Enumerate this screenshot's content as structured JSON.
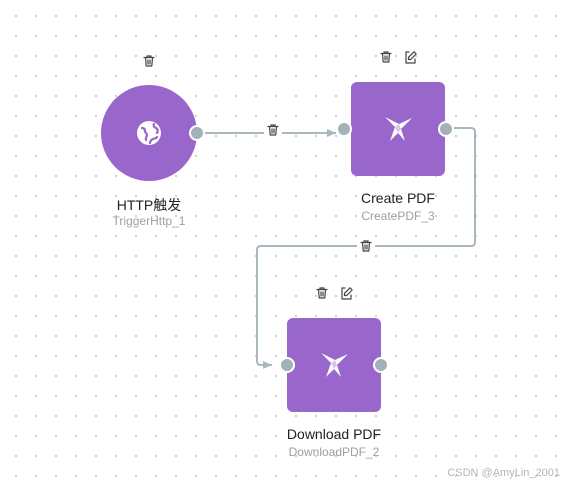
{
  "theme": {
    "node_color": "#9966cc",
    "edge_color": "#a9b7be",
    "port_color": "#a3b1b8"
  },
  "nodes": [
    {
      "id": "http",
      "title": "HTTP触发",
      "subtitle": "TriggerHttp_1",
      "icon": "globe-icon"
    },
    {
      "id": "create",
      "title": "Create PDF",
      "subtitle": "CreatePDF_3",
      "icon": "bird-logo-icon"
    },
    {
      "id": "download",
      "title": "Download PDF",
      "subtitle": "DownloadPDF_2",
      "icon": "bird-logo-icon"
    }
  ],
  "watermark": "CSDN @AmyLin_2001"
}
